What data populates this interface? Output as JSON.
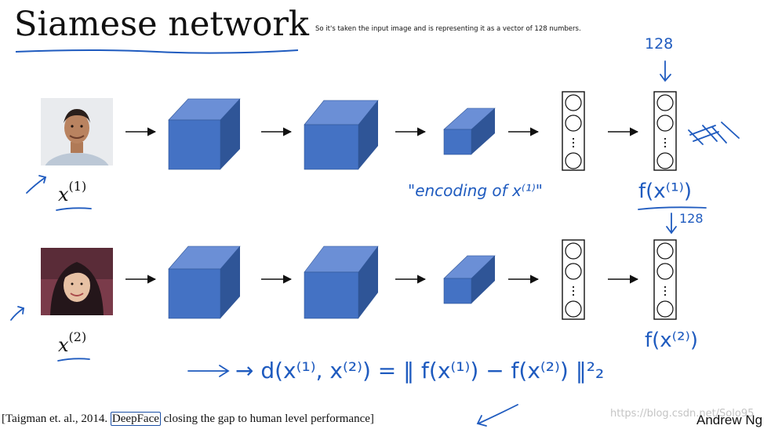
{
  "slide": {
    "title": "Siamese network",
    "note": "So it's taken the input image and is representing it as a vector of 128 numbers.",
    "citation_prefix": "[Taigman et. al., 2014.",
    "citation_boxed": "DeepFace",
    "citation_suffix": " closing the gap to human level performance]",
    "author": "Andrew Ng",
    "watermark": "https://blog.csdn.net/Solo95"
  },
  "rows": [
    {
      "input_symbol": "x",
      "input_index": "(1)",
      "encoding_dims": "128",
      "encoding_label": "f(x⁽¹⁾)",
      "annotation": "\"encoding of x⁽¹⁾\""
    },
    {
      "input_symbol": "x",
      "input_index": "(2)",
      "encoding_dims": "128",
      "encoding_label": "f(x⁽²⁾)"
    }
  ],
  "formula": "→ d(x⁽¹⁾, x⁽²⁾) = ‖ f(x⁽¹⁾) − f(x⁽²⁾) ‖²₂",
  "colors": {
    "cube_front": "#4472c4",
    "cube_top": "#6b8fd6",
    "cube_side": "#2f5597",
    "ink": "#1f5bbf"
  },
  "icons": {
    "arrow": "right-arrow-icon",
    "neuron": "circle-node-icon"
  }
}
